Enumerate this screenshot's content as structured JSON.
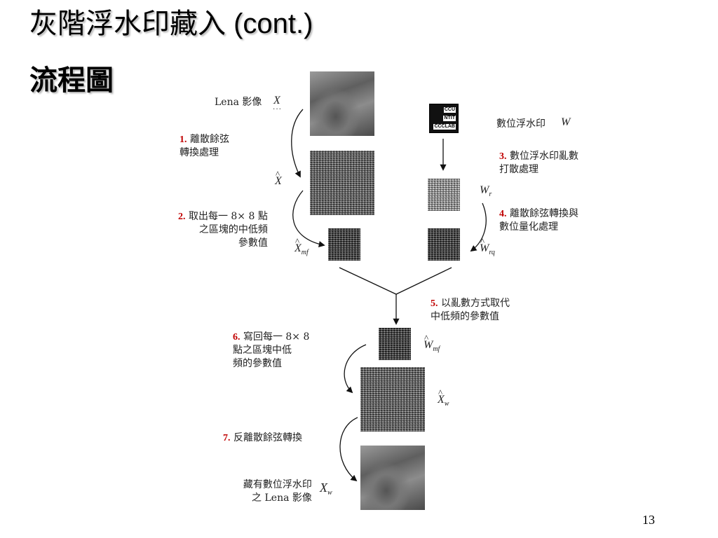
{
  "slide": {
    "title_cn": "灰階浮水印藏入",
    "title_en": " (cont.)",
    "subtitle": "流程圖",
    "page_number": "13"
  },
  "diagram": {
    "lena_label": "Lena 影像",
    "x_symbol": "X",
    "watermark_label": "數位浮水印",
    "w_symbol": "W",
    "watermark_image_lines": [
      "CCU",
      "NTIT",
      "CCCLAB"
    ],
    "steps": [
      {
        "num": "1.",
        "text": "離散餘弦\n轉換處理"
      },
      {
        "num": "2.",
        "text": "取出每一 8× 8 點\n之區塊的中低頻\n參數值"
      },
      {
        "num": "3.",
        "text": "數位浮水印亂數\n打散處理"
      },
      {
        "num": "4.",
        "text": "離散餘弦轉換與\n數位量化處理"
      },
      {
        "num": "5.",
        "text": "以亂數方式取代\n中低頻的參數值"
      },
      {
        "num": "6.",
        "text": "寫回每一 8× 8\n點之區塊中低\n頻的參數值"
      },
      {
        "num": "7.",
        "text": "反離散餘弦轉換"
      }
    ],
    "symbols": {
      "x_hat": "X",
      "x_hat_mf_base": "X",
      "x_hat_mf_sub": "mf",
      "w_r_base": "W",
      "w_r_sub": "r",
      "w_hat_rq_base": "W",
      "w_hat_rq_sub": "rq",
      "w_hat_mf_base": "W",
      "w_hat_mf_sub": "mf",
      "x_hat_w_base": "X",
      "x_hat_w_sub": "w",
      "x_w_base": "X",
      "x_w_sub": "w"
    },
    "final_label": "藏有數位浮水印\n之 Lena 影像"
  }
}
